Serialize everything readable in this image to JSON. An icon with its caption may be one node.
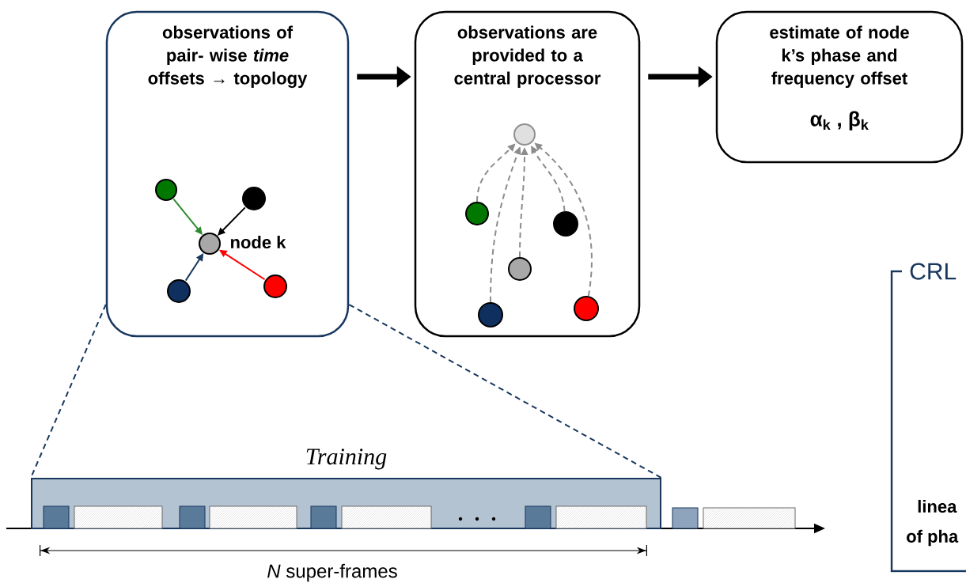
{
  "diagram": {
    "nodes": [
      {
        "text": [
          "observations of pair- wise *time* offsets → topology"
        ]
      },
      {
        "text": [
          "observations are provided to a central processor"
        ]
      },
      {
        "text": [
          "estimate of node k’s phase and frequency offset",
          "α$_{k}$ , β$_{k}$"
        ]
      },
      {
        "text": [],
        "shape": "circle",
        "in": 0
      },
      {
        "text": [],
        "shape": "circle",
        "in": 0
      },
      {
        "text": [],
        "shape": "circle",
        "in": 0,
        "beside": [
          "node k"
        ]
      },
      {
        "text": [],
        "shape": "circle",
        "in": 0
      },
      {
        "text": [],
        "shape": "circle",
        "in": 0
      },
      {
        "text": [],
        "shape": "circle",
        "in": 1
      },
      {
        "text": [],
        "shape": "circle",
        "in": 1
      },
      {
        "text": [],
        "shape": "circle",
        "in": 1
      },
      {
        "text": [],
        "shape": "circle",
        "in": 1
      },
      {
        "text": [],
        "shape": "circle",
        "in": 1
      },
      {
        "text": [],
        "shape": "circle",
        "in": 1
      },
      {
        "text": [
          "Training"
        ]
      }
    ],
    "edges": [
      {
        "from": 0,
        "to": 1,
        "arrow": "to",
        "style": "thick",
        "color": "#000000"
      },
      {
        "from": 1,
        "to": 2,
        "arrow": "to",
        "style": "thick",
        "color": "#000000"
      },
      {
        "from": 3,
        "to": 5,
        "arrow": "to",
        "color": "#2e8b2e"
      },
      {
        "from": 4,
        "to": 5,
        "arrow": "to",
        "color": "#000000"
      },
      {
        "from": 6,
        "to": 5,
        "arrow": "to",
        "color": "#17375e"
      },
      {
        "from": 7,
        "to": 5,
        "arrow": "to",
        "color": "#ff0000"
      },
      {
        "from": 9,
        "to": 8,
        "arrow": "to",
        "style": "dashed",
        "color": "#8c8c8c"
      },
      {
        "from": 12,
        "to": 8,
        "arrow": "to",
        "style": "dashed",
        "color": "#8c8c8c"
      },
      {
        "from": 11,
        "to": 8,
        "arrow": "to",
        "style": "dashed",
        "color": "#8c8c8c"
      },
      {
        "from": 10,
        "to": 8,
        "arrow": "to",
        "style": "dashed",
        "color": "#8c8c8c"
      },
      {
        "from": 13,
        "to": 8,
        "arrow": "to",
        "style": "dashed",
        "color": "#8c8c8c"
      },
      {
        "from": 0,
        "to": 14,
        "arrow": "none",
        "style": "dashed",
        "color": "#17375e"
      },
      {
        "from": 0,
        "to": 14,
        "arrow": "none",
        "style": "dashed",
        "color": "#17375e"
      }
    ],
    "labels": [
      "*N* super-frames",
      "CRL",
      "linea",
      "of pha"
    ]
  }
}
